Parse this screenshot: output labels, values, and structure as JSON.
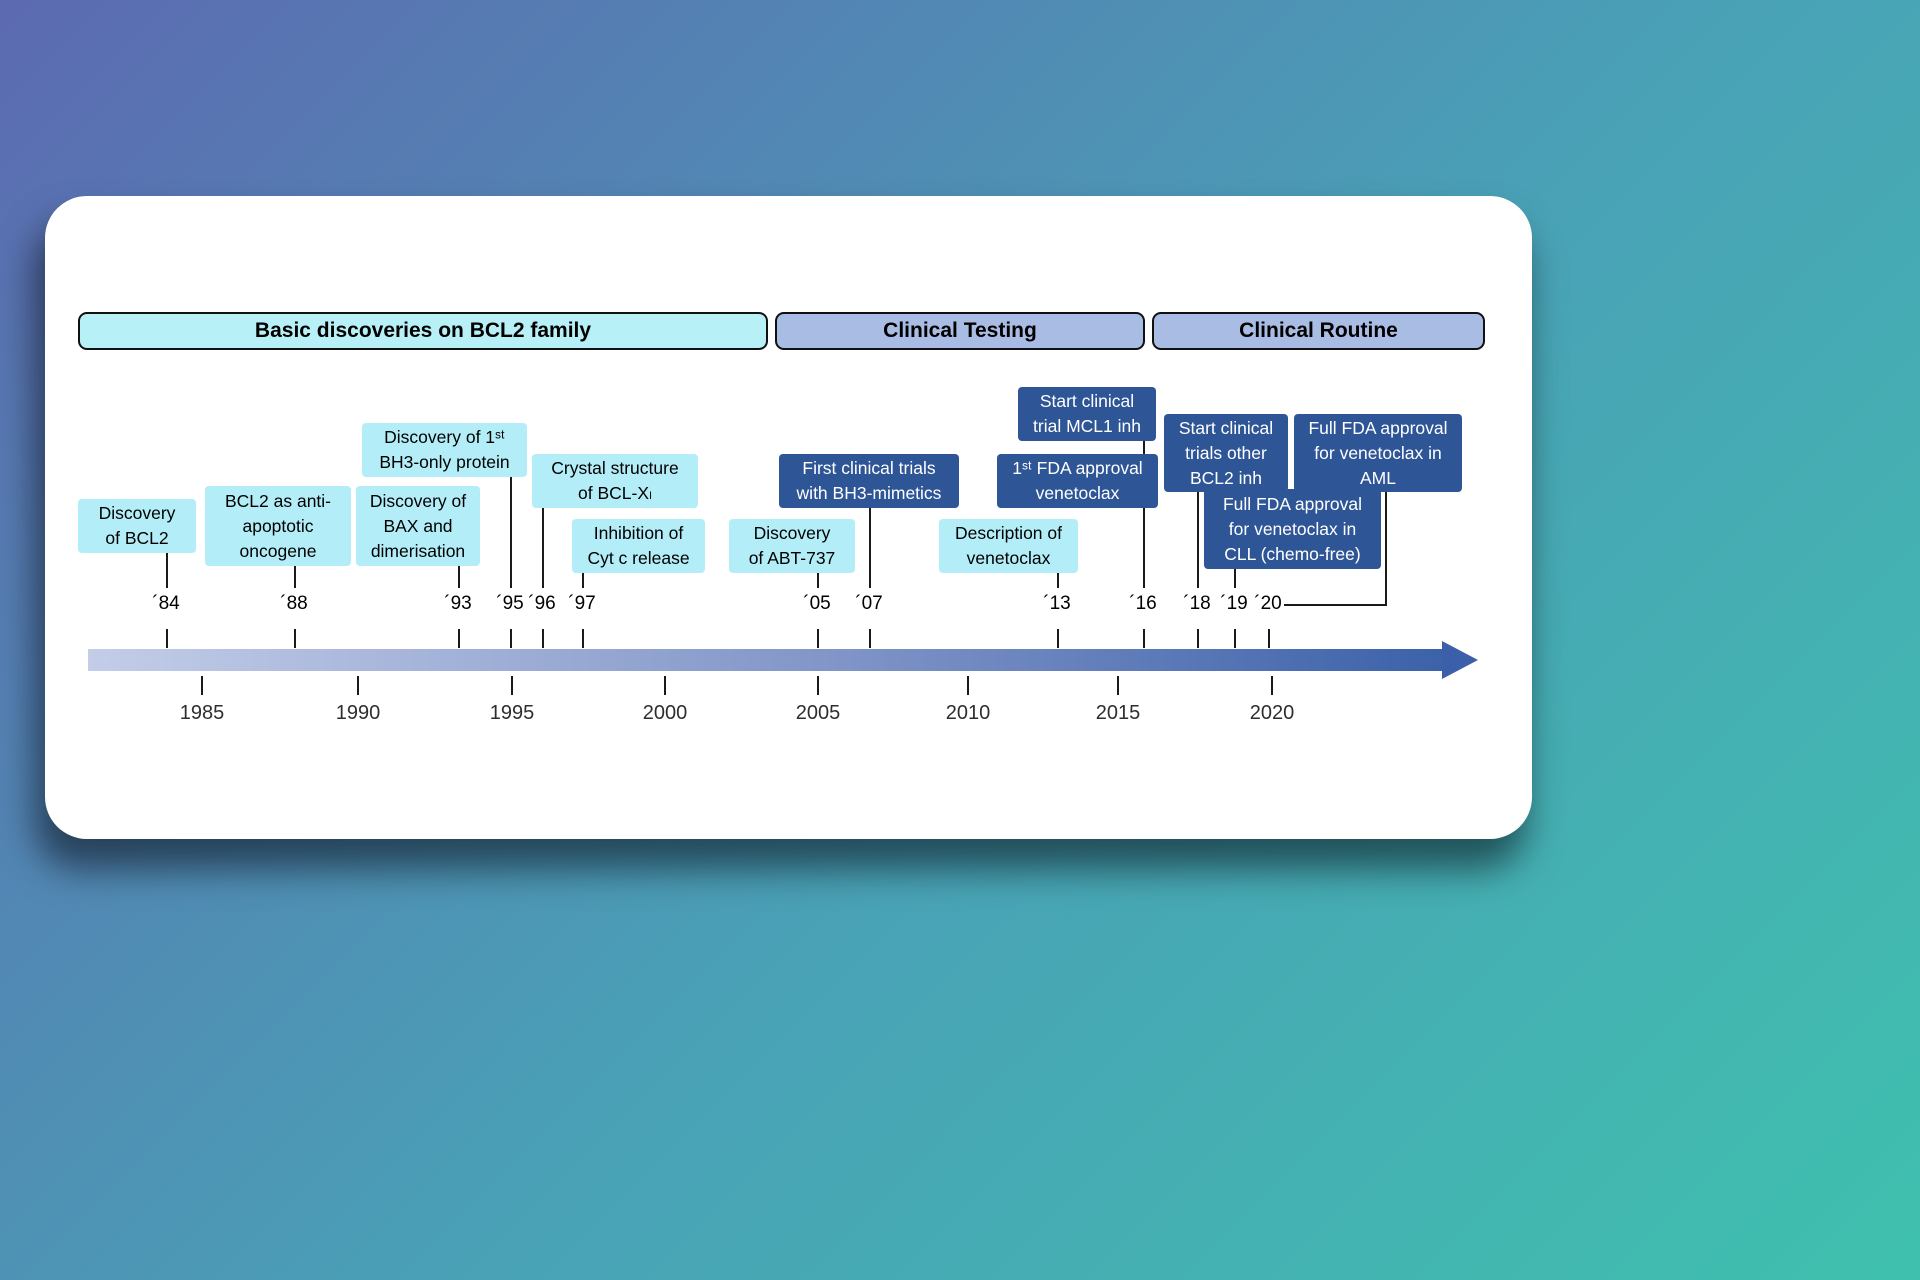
{
  "figure": {
    "description": "Timeline of BCL2 family discoveries from basic research to clinical routine"
  },
  "headers": [
    {
      "label": "Basic discoveries on BCL2 family"
    },
    {
      "label": "Clinical Testing"
    },
    {
      "label": "Clinical Routine"
    }
  ],
  "events": [
    {
      "label": "Discovery\nof BCL2",
      "type": "basic-discovery"
    },
    {
      "label": "BCL2 as anti-\napoptotic\noncogene",
      "type": "basic-discovery"
    },
    {
      "label": "Discovery of\nBAX and\ndimerisation",
      "type": "basic-discovery"
    },
    {
      "label": "Discovery of 1ˢᵗ\nBH3-only protein",
      "type": "basic-discovery"
    },
    {
      "label": "Crystal structure\nof BCL-Xₗ",
      "type": "basic-discovery"
    },
    {
      "label": "Inhibition of\nCyt c release",
      "type": "basic-discovery"
    },
    {
      "label": "Discovery\nof ABT-737",
      "type": "basic-discovery"
    },
    {
      "label": "First clinical trials\nwith BH3-mimetics",
      "type": "clinical"
    },
    {
      "label": "Description of\nvenetoclax",
      "type": "basic-discovery"
    },
    {
      "label": "Start clinical\ntrial MCL1 inh",
      "type": "clinical"
    },
    {
      "label": "1ˢᵗ FDA approval\nvenetoclax",
      "type": "clinical"
    },
    {
      "label": "Start clinical\ntrials other\nBCL2 inh",
      "type": "clinical"
    },
    {
      "label": "Full FDA approval\nfor venetoclax in\nCLL (chemo-free)",
      "type": "clinical"
    },
    {
      "label": "Full FDA approval\nfor venetoclax in\nAML",
      "type": "clinical"
    }
  ],
  "year_markers": [
    "´84",
    "´88",
    "´93",
    "´95",
    "´96",
    "´97",
    "´05",
    "´07",
    "´13",
    "´16",
    "´18",
    "´19",
    "´20"
  ],
  "timeline": {
    "decades": [
      "1985",
      "1990",
      "1995",
      "2000",
      "2005",
      "2010",
      "2015",
      "2020"
    ]
  },
  "colors": {
    "basic_discovery_box": "#b3eef8",
    "clinical_box": "#2e5596",
    "header_basic": "#b8f0f8",
    "header_clinical": "#a9bce4",
    "arrow_start": "#c3cde8",
    "arrow_end": "#3c62aa",
    "background_start": "#5c6ab1",
    "background_end": "#3fc0ae"
  }
}
